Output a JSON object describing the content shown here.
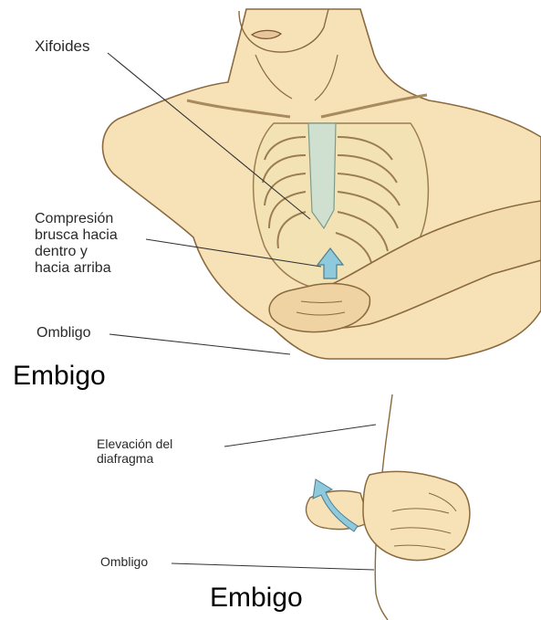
{
  "labels": {
    "xifoides": "Xifoides",
    "compresion": [
      "Compresión",
      "brusca hacia",
      "dentro y",
      "hacia arriba"
    ],
    "ombligo_top": "Ombligo",
    "embigo_top": "Embigo",
    "elevacion": [
      "Elevación del",
      "diafragma"
    ],
    "ombligo_bottom": "Ombligo",
    "embigo_bottom": "Embigo"
  },
  "colors": {
    "skin": "#f7e2b8",
    "skin_outline": "#8a6a3e",
    "ribs": "#f3e3b4",
    "sternum": "#cfe0d0",
    "arrow": "#8ec9dc",
    "leader_line": "#333333"
  }
}
